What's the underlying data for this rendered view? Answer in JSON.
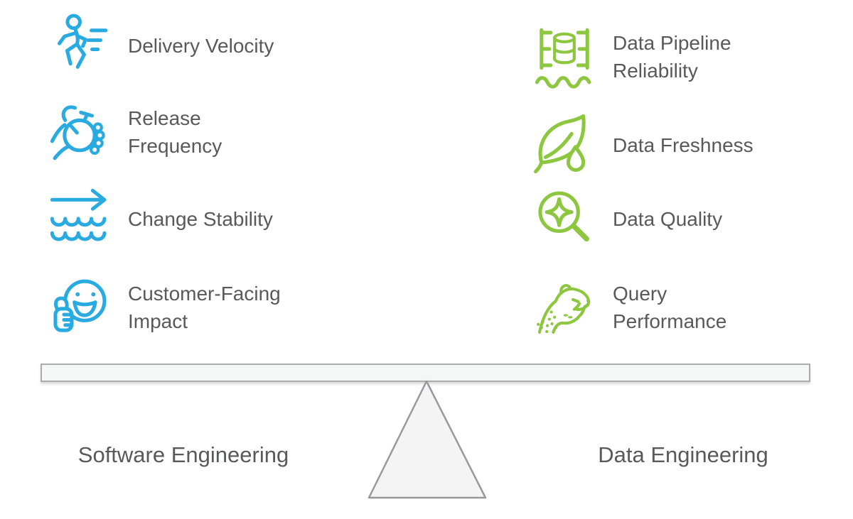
{
  "palette": {
    "software_blue": "#29ABE2",
    "data_green": "#8DC63F",
    "text_gray": "#58595B",
    "beam_fill": "#F5F6F6",
    "beam_border": "#A9ABAE",
    "fulcrum_fill": "#F4F4F4",
    "fulcrum_border": "#97999C"
  },
  "columns": {
    "left": {
      "theme_color": "#29ABE2",
      "items": [
        {
          "icon": "runner-icon",
          "label": "Delivery Velocity"
        },
        {
          "icon": "stopwatch-hand-icon",
          "label": "Release\nFrequency"
        },
        {
          "icon": "arrow-over-waves-icon",
          "label": "Change Stability"
        },
        {
          "icon": "smiley-thumbs-up-icon",
          "label": "Customer-Facing\nImpact"
        }
      ]
    },
    "right": {
      "theme_color": "#8DC63F",
      "items": [
        {
          "icon": "database-pipeline-icon",
          "label": "Data Pipeline\nReliability"
        },
        {
          "icon": "leaf-droplet-icon",
          "label": "Data Freshness"
        },
        {
          "icon": "magnifier-sparkle-icon",
          "label": "Data Quality"
        },
        {
          "icon": "cheetah-icon",
          "label": "Query\nPerformance"
        }
      ]
    }
  },
  "balance": {
    "left_label": "Software Engineering",
    "right_label": "Data Engineering"
  }
}
